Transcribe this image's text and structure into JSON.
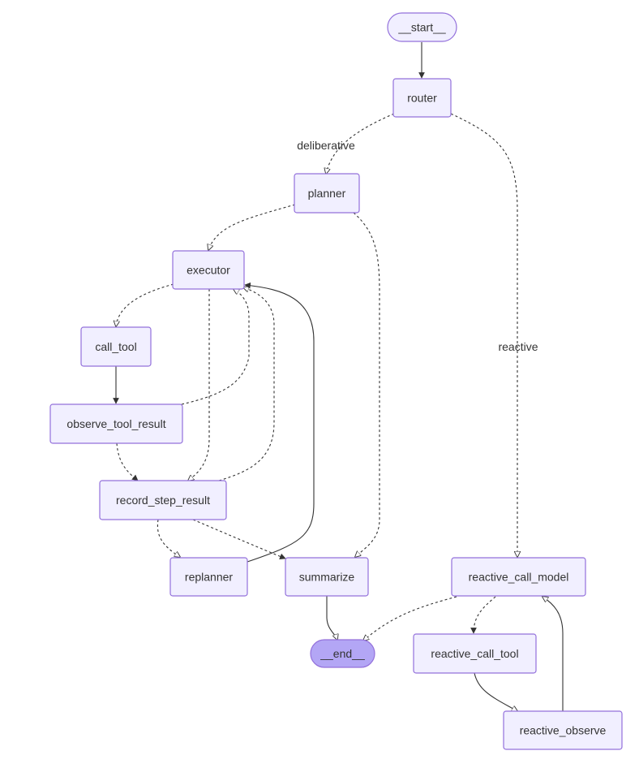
{
  "colors": {
    "node_fill": "#f1efff",
    "node_stroke": "#9370db",
    "terminal_fill": "#b3a6f5",
    "edge": "#333333",
    "text": "#333333"
  },
  "nodes": {
    "start": "__start__",
    "router": "router",
    "planner": "planner",
    "executor": "executor",
    "call_tool": "call_tool",
    "observe_tool_result": "observe_tool_result",
    "record_step_result": "record_step_result",
    "replanner": "replanner",
    "summarize": "summarize",
    "end": "__end__",
    "reactive_call_model": "reactive_call_model",
    "reactive_call_tool": "reactive_call_tool",
    "reactive_observe": "reactive_observe"
  },
  "edges": [
    {
      "from": "start",
      "to": "router",
      "style": "solid"
    },
    {
      "from": "router",
      "to": "planner",
      "style": "dashed",
      "label": "deliberative"
    },
    {
      "from": "router",
      "to": "reactive_call_model",
      "style": "dashed",
      "label": "reactive"
    },
    {
      "from": "planner",
      "to": "executor",
      "style": "dashed"
    },
    {
      "from": "planner",
      "to": "summarize",
      "style": "dashed"
    },
    {
      "from": "executor",
      "to": "call_tool",
      "style": "dashed"
    },
    {
      "from": "executor",
      "to": "record_step_result",
      "style": "dashed"
    },
    {
      "from": "call_tool",
      "to": "observe_tool_result",
      "style": "solid"
    },
    {
      "from": "observe_tool_result",
      "to": "executor",
      "style": "dashed"
    },
    {
      "from": "observe_tool_result",
      "to": "record_step_result",
      "style": "dashed"
    },
    {
      "from": "record_step_result",
      "to": "executor",
      "style": "dashed"
    },
    {
      "from": "record_step_result",
      "to": "replanner",
      "style": "dashed"
    },
    {
      "from": "record_step_result",
      "to": "summarize",
      "style": "dashed"
    },
    {
      "from": "replanner",
      "to": "executor",
      "style": "solid"
    },
    {
      "from": "summarize",
      "to": "end",
      "style": "solid"
    },
    {
      "from": "reactive_call_model",
      "to": "end",
      "style": "dashed"
    },
    {
      "from": "reactive_call_model",
      "to": "reactive_call_tool",
      "style": "dashed"
    },
    {
      "from": "reactive_call_tool",
      "to": "reactive_observe",
      "style": "solid"
    },
    {
      "from": "reactive_observe",
      "to": "reactive_call_model",
      "style": "solid"
    }
  ]
}
